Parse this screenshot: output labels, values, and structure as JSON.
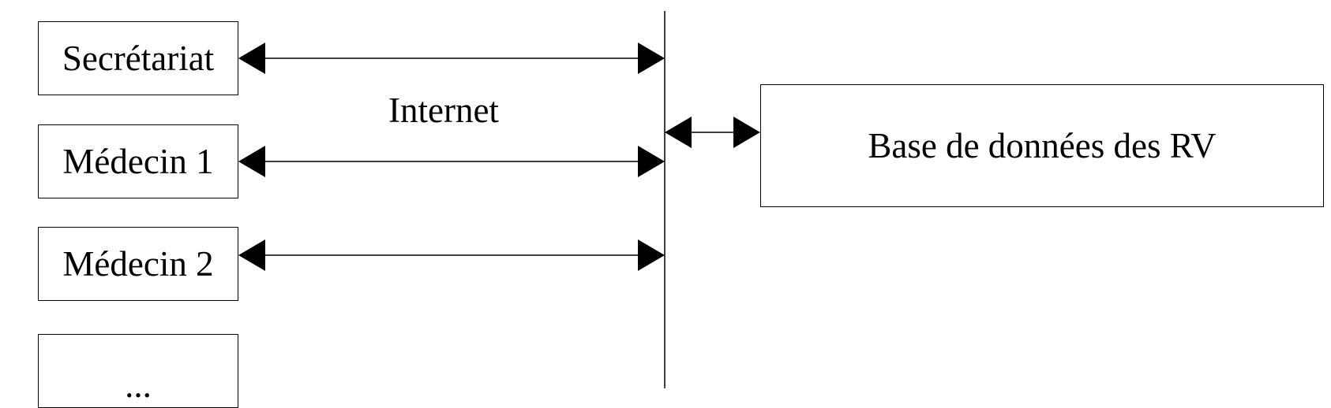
{
  "clients": [
    {
      "label": "Secrétariat"
    },
    {
      "label": "Médecin 1"
    },
    {
      "label": "Médecin 2"
    },
    {
      "label": "..."
    }
  ],
  "network": {
    "label": "Internet"
  },
  "database": {
    "label": "Base de données des RV"
  },
  "colors": {
    "line": "#000000",
    "background": "#ffffff"
  }
}
